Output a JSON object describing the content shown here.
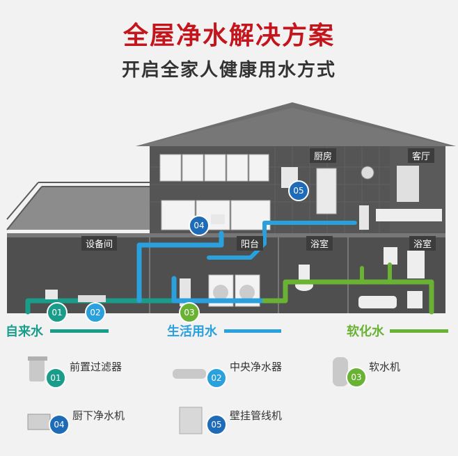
{
  "title": "全屋净水解决方案",
  "subtitle": "开启全家人健康用水方式",
  "rooms": {
    "kitchen": "厨房",
    "living": "客厅",
    "equipment": "设备间",
    "balcony": "阳台",
    "bath1": "浴室",
    "bath2": "浴室"
  },
  "markers": {
    "m01": "01",
    "m02": "02",
    "m03": "03",
    "m04": "04",
    "m05": "05"
  },
  "zones": {
    "tap": "自来水",
    "life": "生活用水",
    "soft": "软化水"
  },
  "colors": {
    "tap": "#1a9c8a",
    "life": "#2aa0dd",
    "soft": "#6ab233",
    "title": "#c4151c"
  },
  "legend": [
    {
      "num": "01",
      "label": "前置过滤器"
    },
    {
      "num": "02",
      "label": "中央净水器"
    },
    {
      "num": "03",
      "label": "软水机"
    },
    {
      "num": "04",
      "label": "厨下净水机"
    },
    {
      "num": "05",
      "label": "壁挂管线机"
    }
  ]
}
